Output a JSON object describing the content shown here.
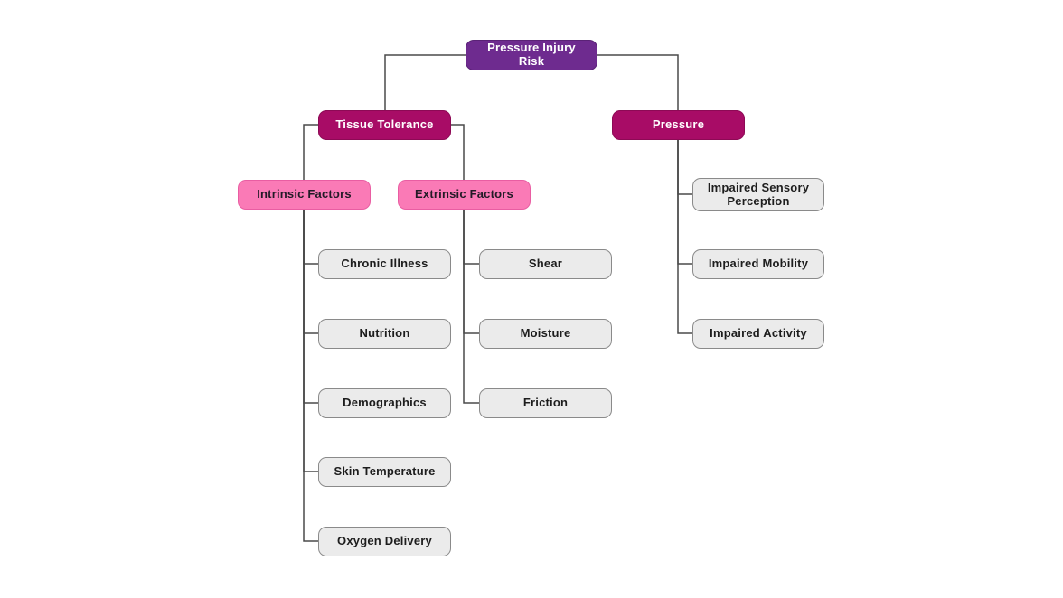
{
  "diagram": {
    "background_color": "#ffffff",
    "connector_color": "#4a4a4a",
    "styles": {
      "root": {
        "fill": "#6e2b8f",
        "border": "#5a2276",
        "text_color": "#ffffff"
      },
      "branch": {
        "fill": "#a80c66",
        "border": "#8d0a55",
        "text_color": "#ffffff"
      },
      "subbranch": {
        "fill": "#fa7ab6",
        "border": "#e95da2",
        "text_color": "#221a26"
      },
      "leaf": {
        "fill": "#ebebeb",
        "border": "#8a8a8a",
        "text_color": "#1d1d1d"
      }
    },
    "nodes": [
      {
        "id": "pressure-injury-risk",
        "label": "Pressure Injury Risk",
        "type": "root",
        "parent": null
      },
      {
        "id": "tissue-tolerance",
        "label": "Tissue Tolerance",
        "type": "branch",
        "parent": "pressure-injury-risk"
      },
      {
        "id": "pressure",
        "label": "Pressure",
        "type": "branch",
        "parent": "pressure-injury-risk"
      },
      {
        "id": "intrinsic-factors",
        "label": "Intrinsic Factors",
        "type": "subbranch",
        "parent": "tissue-tolerance"
      },
      {
        "id": "extrinsic-factors",
        "label": "Extrinsic Factors",
        "type": "subbranch",
        "parent": "tissue-tolerance"
      },
      {
        "id": "chronic-illness",
        "label": "Chronic Illness",
        "type": "leaf",
        "parent": "intrinsic-factors"
      },
      {
        "id": "nutrition",
        "label": "Nutrition",
        "type": "leaf",
        "parent": "intrinsic-factors"
      },
      {
        "id": "demographics",
        "label": "Demographics",
        "type": "leaf",
        "parent": "intrinsic-factors"
      },
      {
        "id": "skin-temperature",
        "label": "Skin Temperature",
        "type": "leaf",
        "parent": "intrinsic-factors"
      },
      {
        "id": "oxygen-delivery",
        "label": "Oxygen Delivery",
        "type": "leaf",
        "parent": "intrinsic-factors"
      },
      {
        "id": "shear",
        "label": "Shear",
        "type": "leaf",
        "parent": "extrinsic-factors"
      },
      {
        "id": "moisture",
        "label": "Moisture",
        "type": "leaf",
        "parent": "extrinsic-factors"
      },
      {
        "id": "friction",
        "label": "Friction",
        "type": "leaf",
        "parent": "extrinsic-factors"
      },
      {
        "id": "impaired-sensory-perception",
        "label": "Impaired Sensory Perception",
        "type": "leaf",
        "parent": "pressure"
      },
      {
        "id": "impaired-mobility",
        "label": "Impaired Mobility",
        "type": "leaf",
        "parent": "pressure"
      },
      {
        "id": "impaired-activity",
        "label": "Impaired Activity",
        "type": "leaf",
        "parent": "pressure"
      }
    ]
  }
}
